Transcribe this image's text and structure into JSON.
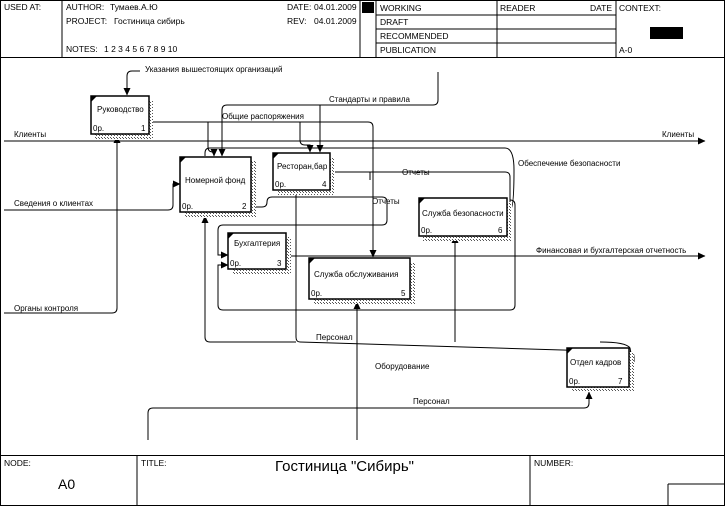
{
  "header": {
    "used_at_label": "USED AT:",
    "author_label": "AUTHOR:",
    "author": "Тумаев.А.Ю",
    "project_label": "PROJECT:",
    "project": "Гостиница сибирь",
    "date_label": "DATE:",
    "date": "04.01.2009",
    "rev_label": "REV:",
    "rev": "04.01.2009",
    "notes_label": "NOTES:",
    "notes": "1  2  3  4  5  6  7  8  9  10",
    "status": [
      "WORKING",
      "DRAFT",
      "RECOMMENDED",
      "PUBLICATION"
    ],
    "reader_label": "READER",
    "date2_label": "DATE",
    "context_label": "CONTEXT:",
    "context_node": "A-0"
  },
  "footer": {
    "node_label": "NODE:",
    "node": "A0",
    "title_label": "TITLE:",
    "title": "Гостиница  \"Сибирь\"",
    "number_label": "NUMBER:"
  },
  "boxes": [
    {
      "name": "Руководство",
      "cost": "0р.",
      "num": "1"
    },
    {
      "name": "Номерной фонд",
      "cost": "0р.",
      "num": "2"
    },
    {
      "name": "Бухгалтерия",
      "cost": "0р.",
      "num": "3"
    },
    {
      "name": "Ресторан,бар",
      "cost": "0р.",
      "num": "4"
    },
    {
      "name": "Служба обслуживания",
      "cost": "0р.",
      "num": "5"
    },
    {
      "name": "Служба безопасности",
      "cost": "0р.",
      "num": "6"
    },
    {
      "name": "Отдел кадров",
      "cost": "0р.",
      "num": "7"
    }
  ],
  "arrows": {
    "directives": "Указания вышестоящих   организаций",
    "standards": "Стандарты и правила",
    "orders": "Общие распоряжения",
    "clients_in": "Клиенты",
    "clients_out": "Клиенты",
    "security": "Обеспечение безопасности",
    "reports_1": "Отчеты",
    "reports_2": "Отчеты",
    "client_info": "Сведения о клиентах",
    "finance": "Финансовая и бухгалтерская отчетность",
    "control": "Органы контроля",
    "personnel_1": "Персонал",
    "equipment": "Оборудование",
    "personnel_2": "Персонал"
  }
}
